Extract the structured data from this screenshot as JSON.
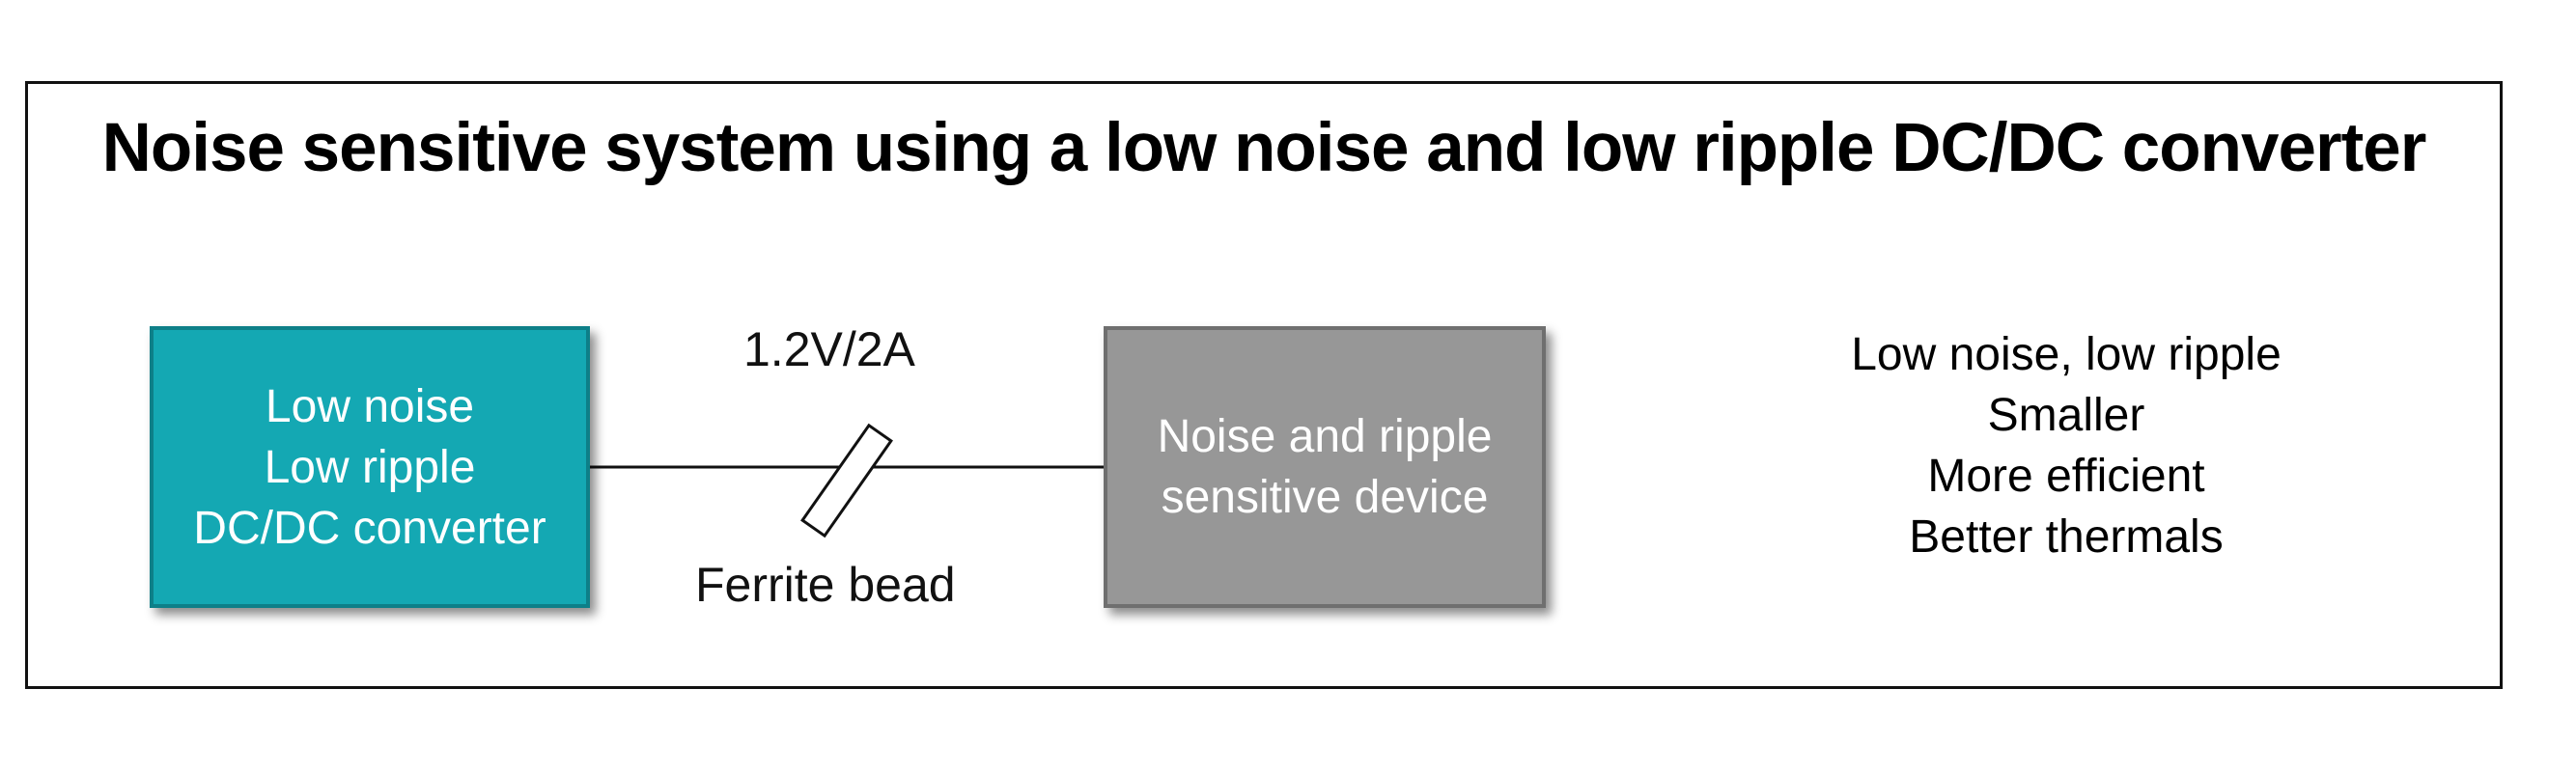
{
  "diagram": {
    "title": "Noise sensitive system using a low noise and low ripple DC/DC converter",
    "converter": {
      "lines": [
        "Low noise",
        "Low ripple",
        "DC/DC converter"
      ],
      "fill": "#14a8b3"
    },
    "device": {
      "lines": [
        "Noise and ripple",
        "sensitive device"
      ],
      "fill": "#979797"
    },
    "connection": {
      "voltage_label": "1.2V/2A",
      "bead_label": "Ferrite bead"
    },
    "benefits": [
      "Low noise, low ripple",
      "Smaller",
      "More efficient",
      "Better thermals"
    ]
  }
}
